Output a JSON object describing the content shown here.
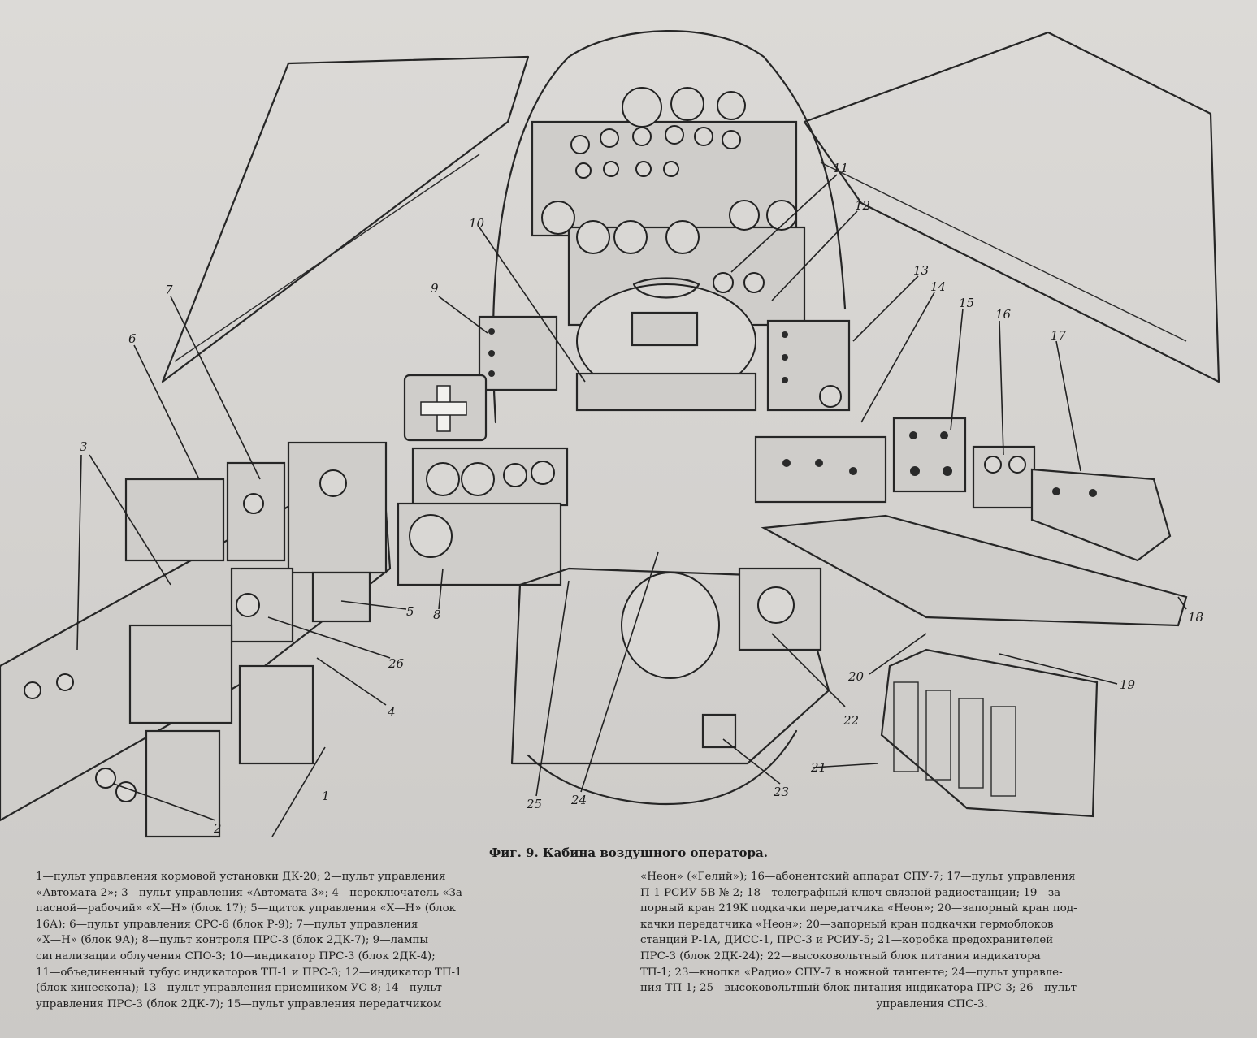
{
  "figure": {
    "caption": "Фиг. 9. Кабина воздушного оператора.",
    "callout_numbers": [
      "1",
      "2",
      "3",
      "4",
      "5",
      "6",
      "7",
      "8",
      "9",
      "10",
      "11",
      "12",
      "13",
      "14",
      "15",
      "16",
      "17",
      "18",
      "19",
      "20",
      "21",
      "22",
      "23",
      "24",
      "25",
      "26"
    ],
    "legend_left": [
      "1—пульт управления кормовой установки ДК-20; 2—пульт управления",
      "«Автомата-2»; 3—пульт управления «Автомата-3»; 4—переключатель «За-",
      "пасной—рабочий» «Х—Н» (блок 17); 5—щиток управления «Х—Н» (блок",
      "16А); 6—пульт управления СРС-6 (блок Р-9); 7—пульт управления",
      "«Х—Н» (блок 9А); 8—пульт контроля ПРС-3 (блок 2ДК-7); 9—лампы",
      "сигнализации облучения СПО-3; 10—индикатор ПРС-3 (блок 2ДК-4);",
      "11—объединенный тубус индикаторов ТП-1 и ПРС-3; 12—индикатор ТП-1",
      "(блок кинескопа); 13—пульт управления приемником УС-8; 14—пульт",
      "управления ПРС-3 (блок 2ДК-7); 15—пульт управления передатчиком"
    ],
    "legend_right": [
      "«Неон» («Гелий»); 16—абонентский аппарат СПУ-7; 17—пульт управления",
      "П-1 РСИУ-5В № 2; 18—телеграфный ключ связной радиостанции; 19—за-",
      "порный кран 219К подкачки передатчика «Неон»; 20—запорный кран под-",
      "качки передатчика «Неон»; 20—запорный кран подкачки гермоблоков",
      "станций Р-1А, ДИСС-1, ПРС-3 и РСИУ-5; 21—коробка предохранителей",
      "ПРС-3 (блок 2ДК-24); 22—высоковольтный блок питания индикатора",
      "ТП-1; 23—кнопка «Радио» СПУ-7 в ножной тангенте; 24—пульт управле-",
      "ния ТП-1; 25—высоковольтный блок питания индикатора ПРС-3; 26—пульт",
      "управления СПС-3."
    ]
  }
}
